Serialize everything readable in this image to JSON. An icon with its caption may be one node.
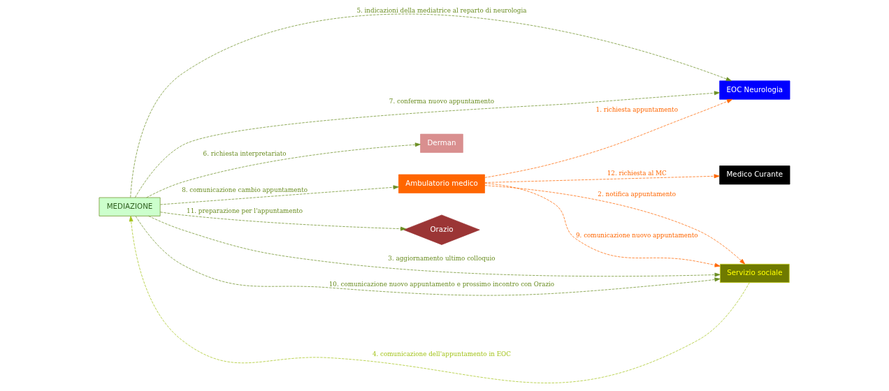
{
  "diagram": {
    "nodes": [
      {
        "text": [
          "EOC Neurologia"
        ]
      },
      {
        "text": [
          "Derman"
        ]
      },
      {
        "text": [
          "MEDIAZIONE"
        ]
      },
      {
        "text": [
          "Ambulatorio medico"
        ]
      },
      {
        "text": [
          "Medico Curante"
        ]
      },
      {
        "text": [
          "Orazio"
        ]
      },
      {
        "text": [
          "Servizio sociale"
        ]
      }
    ],
    "edges": [
      {
        "from": 3,
        "to": 0,
        "arrow": "to",
        "label": "1. richiesta appuntamento",
        "style": "dashed",
        "color": "#ff6600"
      },
      {
        "from": 3,
        "to": 6,
        "arrow": "to",
        "label": "2. notifica appuntamento",
        "style": "dashed",
        "color": "#ff6600"
      },
      {
        "from": 2,
        "to": 6,
        "arrow": "to",
        "label": "3. aggiornamento ultimo colloquio",
        "style": "dashed",
        "color": "#6b8e23"
      },
      {
        "from": 6,
        "to": 2,
        "arrow": "to",
        "label": "4. comunicazione dell'appuntamento in EOC",
        "style": "dashed",
        "color": "#a4c41c"
      },
      {
        "from": 2,
        "to": 0,
        "arrow": "to",
        "label": "5. indicazioni della mediatrice al reparto di neurologia",
        "style": "dashed",
        "color": "#6b8e23"
      },
      {
        "from": 2,
        "to": 1,
        "arrow": "to",
        "label": "6. richiesta interpretariato",
        "style": "dashed",
        "color": "#6b8e23"
      },
      {
        "from": 2,
        "to": 0,
        "arrow": "to",
        "label": "7. conferma nuovo appuntamento",
        "style": "dashed",
        "color": "#6b8e23"
      },
      {
        "from": 2,
        "to": 3,
        "arrow": "to",
        "label": "8. comunicazione cambio appuntamento",
        "style": "dashed",
        "color": "#6b8e23"
      },
      {
        "from": 3,
        "to": 6,
        "arrow": "to",
        "label": "9. comunicazione nuovo appuntamento",
        "style": "dashed",
        "color": "#ff6600"
      },
      {
        "from": 2,
        "to": 6,
        "arrow": "to",
        "label": "10. comunicazione nuovo appuntamento e prossimo incontro con Orazio",
        "style": "dashed",
        "color": "#6b8e23"
      },
      {
        "from": 2,
        "to": 5,
        "arrow": "to",
        "label": "11. preparazione per l'appuntamento",
        "style": "dashed",
        "color": "#6b8e23"
      },
      {
        "from": 3,
        "to": 4,
        "arrow": "to",
        "label": "12. richiesta al MC",
        "style": "dashed",
        "color": "#ff6600"
      }
    ]
  }
}
